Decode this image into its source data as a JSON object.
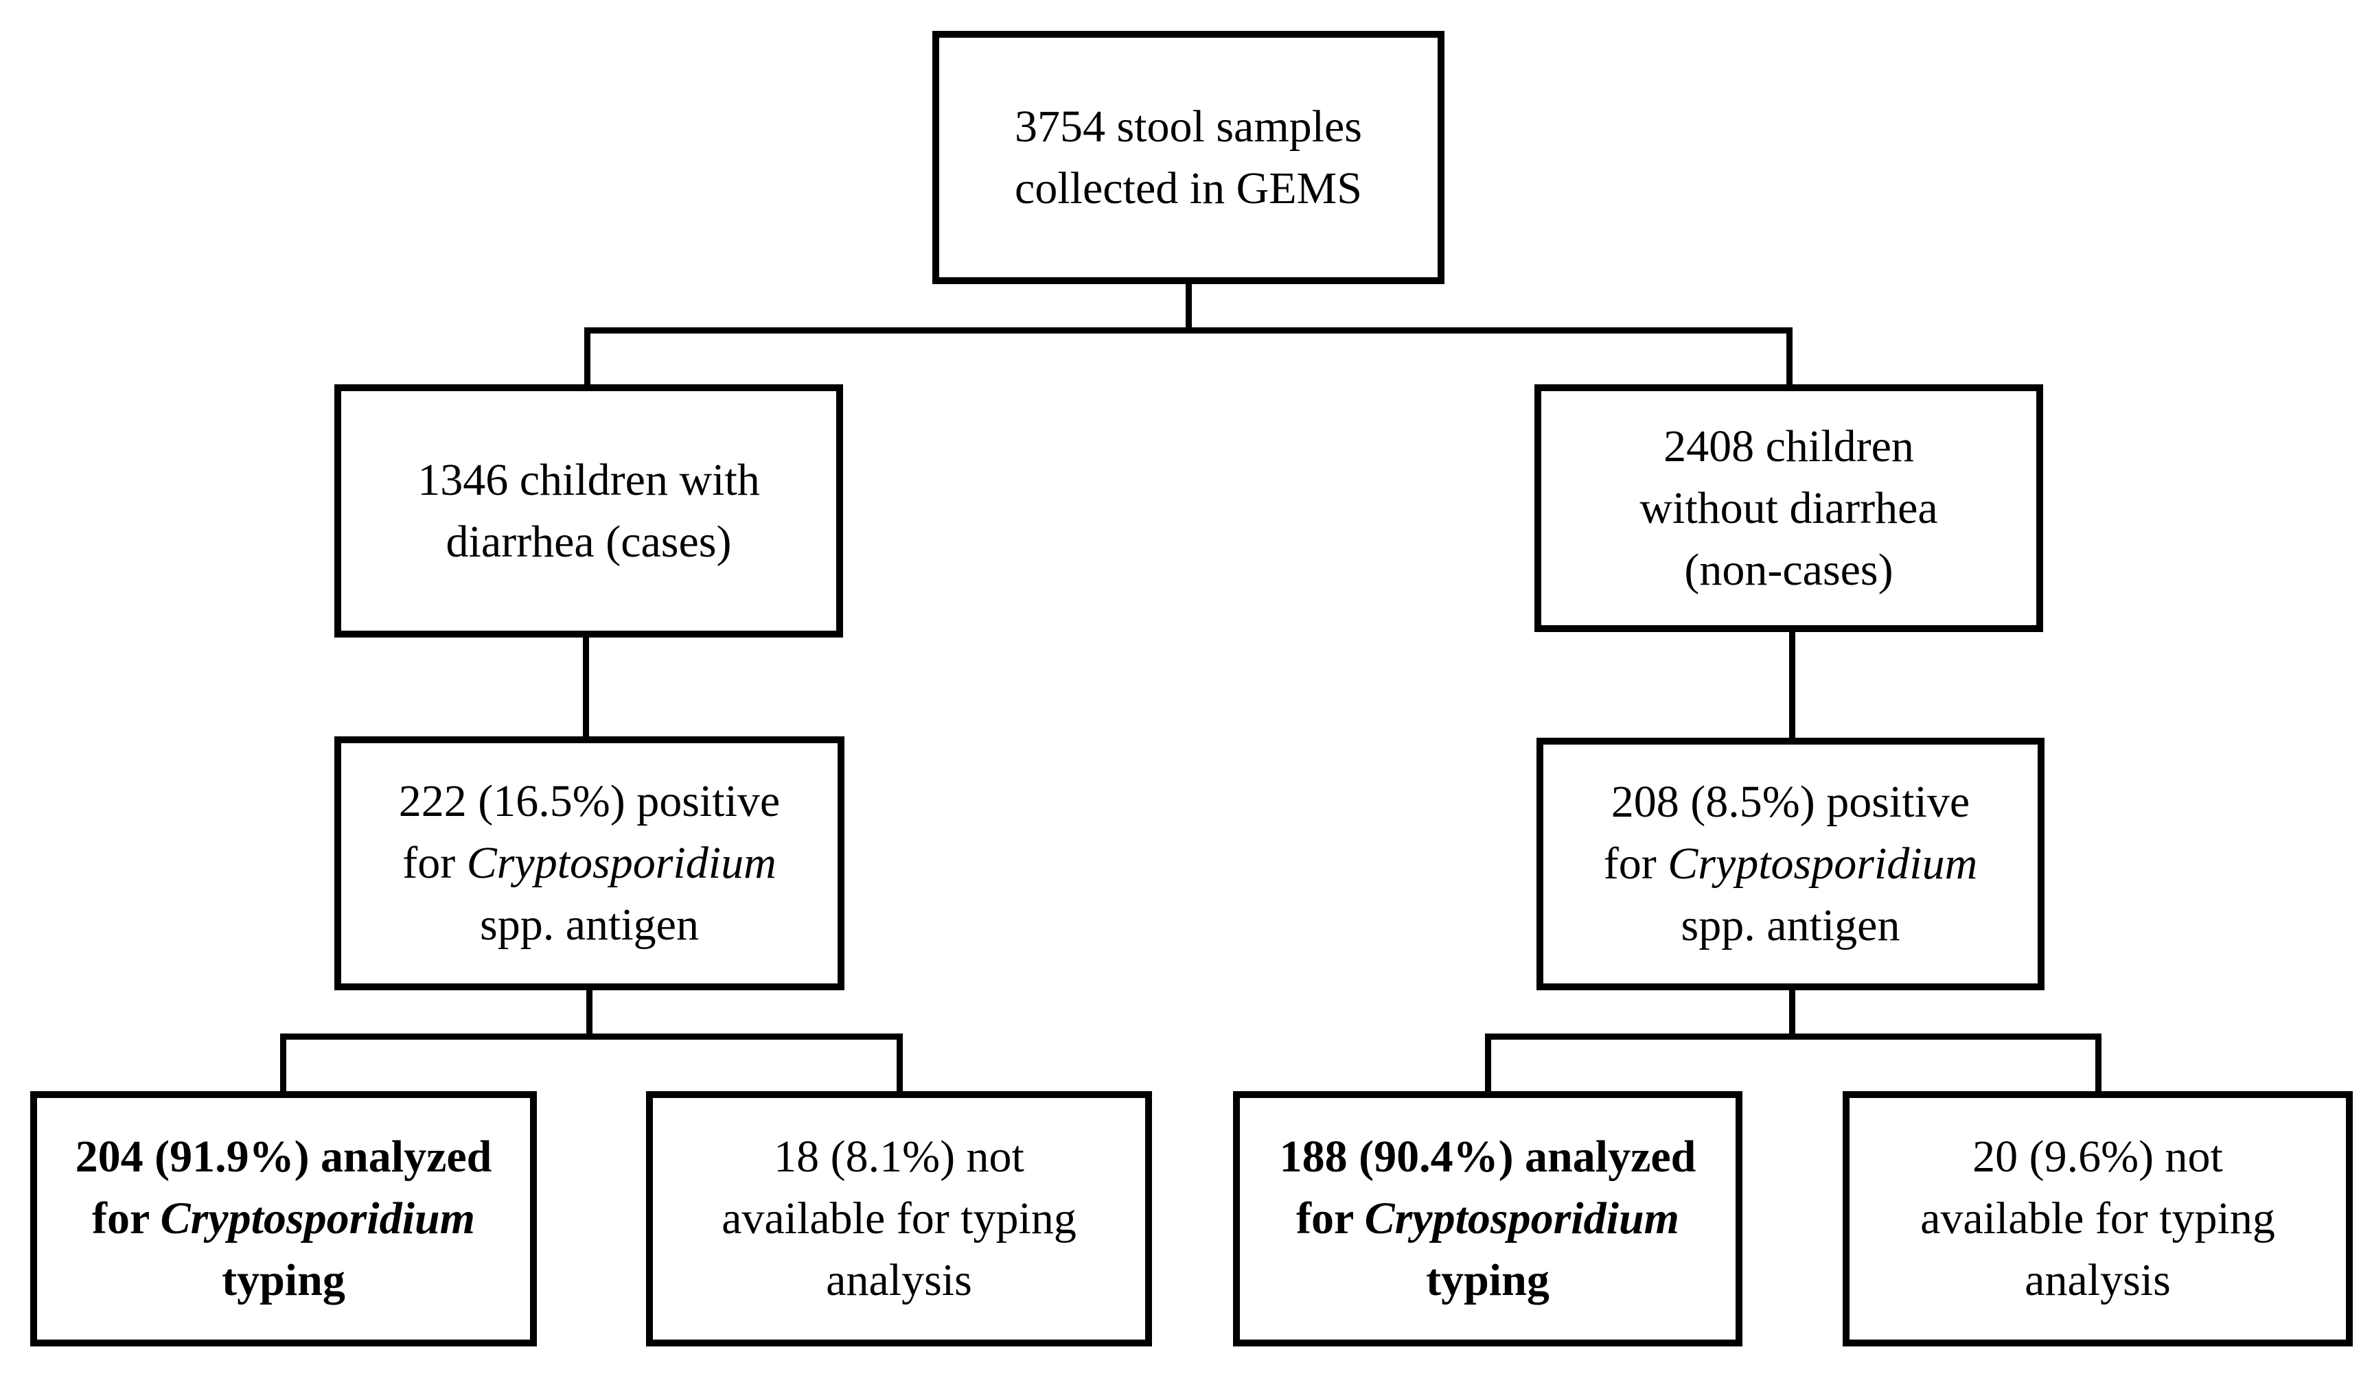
{
  "diagram": {
    "type": "flowchart",
    "colors": {
      "background": "#ffffff",
      "box_border": "#000000",
      "line": "#000000",
      "text": "#000000"
    },
    "nodes": {
      "root": {
        "emphasis": "normal",
        "lines": [
          [
            {
              "text": "3754 stool samples",
              "italic": false
            }
          ],
          [
            {
              "text": "collected in GEMS",
              "italic": false
            }
          ]
        ]
      },
      "cases": {
        "emphasis": "normal",
        "lines": [
          [
            {
              "text": "1346 children with",
              "italic": false
            }
          ],
          [
            {
              "text": "diarrhea (cases)",
              "italic": false
            }
          ]
        ]
      },
      "noncases": {
        "emphasis": "normal",
        "lines": [
          [
            {
              "text": "2408 children",
              "italic": false
            }
          ],
          [
            {
              "text": "without diarrhea",
              "italic": false
            }
          ],
          [
            {
              "text": "(non-cases)",
              "italic": false
            }
          ]
        ]
      },
      "cases_pos": {
        "emphasis": "normal",
        "lines": [
          [
            {
              "text": "222 (16.5%) positive",
              "italic": false
            }
          ],
          [
            {
              "text": "for ",
              "italic": false
            },
            {
              "text": "Cryptosporidium",
              "italic": true
            }
          ],
          [
            {
              "text": "spp. antigen",
              "italic": false
            }
          ]
        ]
      },
      "noncases_pos": {
        "emphasis": "normal",
        "lines": [
          [
            {
              "text": "208 (8.5%) positive",
              "italic": false
            }
          ],
          [
            {
              "text": "for ",
              "italic": false
            },
            {
              "text": "Cryptosporidium",
              "italic": true
            }
          ],
          [
            {
              "text": "spp. antigen",
              "italic": false
            }
          ]
        ]
      },
      "cases_typed": {
        "emphasis": "bold",
        "lines": [
          [
            {
              "text": "204 (91.9%) analyzed",
              "italic": false
            }
          ],
          [
            {
              "text": "for ",
              "italic": false
            },
            {
              "text": "Cryptosporidium",
              "italic": true
            }
          ],
          [
            {
              "text": "typing",
              "italic": false
            }
          ]
        ]
      },
      "cases_not": {
        "emphasis": "normal",
        "lines": [
          [
            {
              "text": "18 (8.1%) not",
              "italic": false
            }
          ],
          [
            {
              "text": "available for typing",
              "italic": false
            }
          ],
          [
            {
              "text": "analysis",
              "italic": false
            }
          ]
        ]
      },
      "noncases_typed": {
        "emphasis": "bold",
        "lines": [
          [
            {
              "text": "188 (90.4%) analyzed",
              "italic": false
            }
          ],
          [
            {
              "text": "for ",
              "italic": false
            },
            {
              "text": "Cryptosporidium",
              "italic": true
            }
          ],
          [
            {
              "text": "typing",
              "italic": false
            }
          ]
        ]
      },
      "noncases_not": {
        "emphasis": "normal",
        "lines": [
          [
            {
              "text": "20 (9.6%) not",
              "italic": false
            }
          ],
          [
            {
              "text": "available for typing",
              "italic": false
            }
          ],
          [
            {
              "text": "analysis",
              "italic": false
            }
          ]
        ]
      }
    }
  }
}
